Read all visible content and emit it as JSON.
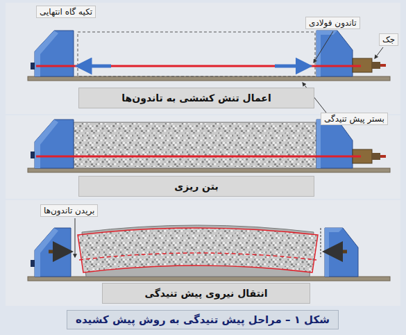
{
  "diagram": {
    "caption": "شکل ۱ – مراحل پیش تنیدگی به روش پیش کشیده",
    "nodes": [
      {
        "text": [
          "اعمال تنش کششی به تاندون‌ها"
        ]
      },
      {
        "text": [
          "بتن ریزی"
        ]
      },
      {
        "text": [
          "انتقال نیروی پیش تنیدگی"
        ]
      }
    ],
    "labels": [
      "تکیه گاه انتهایی",
      "تاندون فولادی",
      "جک",
      "بستر پیش تنیدگی",
      "بریدن تاندون‌ها"
    ]
  }
}
